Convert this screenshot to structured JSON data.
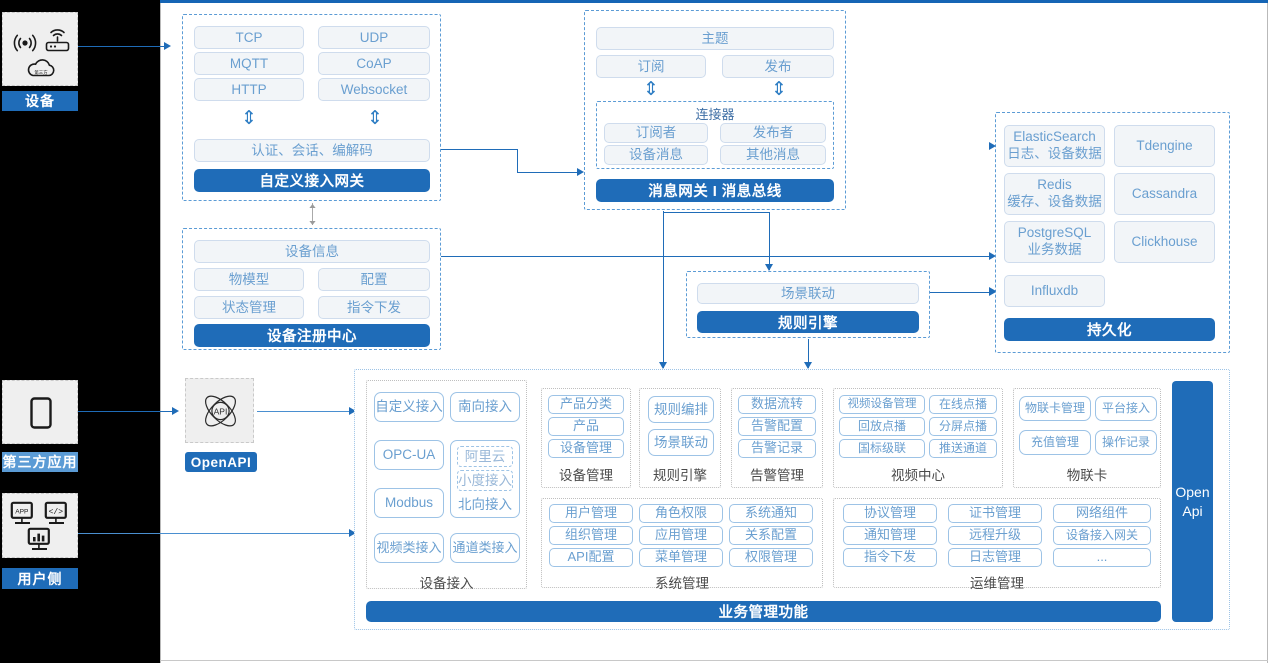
{
  "meta": {
    "title": "IoT Platform Architecture Diagram"
  },
  "left_column": {
    "device": {
      "label": "设备",
      "icons": [
        "wifi-signal-icon",
        "router-icon",
        "cloud-icon"
      ]
    },
    "third_party": {
      "label": "第三方应用",
      "icons": [
        "mobile-phone-icon"
      ]
    },
    "user_side": {
      "label": "用户侧",
      "icons": [
        "app-screen-icon",
        "code-screen-icon",
        "chart-screen-icon"
      ]
    }
  },
  "openapi_node": {
    "label": "OpenAPI",
    "icon": "api-atom-icon"
  },
  "gateway_panel": {
    "protocols": [
      "TCP",
      "UDP",
      "MQTT",
      "CoAP",
      "HTTP",
      "Websocket"
    ],
    "middle": "认证、会话、编解码",
    "title": "自定义接入网关",
    "arrows": [
      "double-arrow-vertical",
      "double-arrow-vertical"
    ]
  },
  "message_panel": {
    "topic": "主题",
    "subscribe": "订阅",
    "publish": "发布",
    "connector_title": "连接器",
    "connector_items": [
      "订阅者",
      "发布者",
      "设备消息",
      "其他消息"
    ],
    "title": "消息网关 I 消息总线"
  },
  "registry_panel": {
    "header": "设备信息",
    "items": [
      "物模型",
      "配置",
      "状态管理",
      "指令下发"
    ],
    "title": "设备注册中心"
  },
  "rule_panel": {
    "item": "场景联动",
    "title": "规则引擎"
  },
  "persistence_panel": {
    "stores": [
      {
        "name": "ElasticSearch",
        "sub": "日志、设备数据"
      },
      {
        "name": "Tdengine",
        "sub": ""
      },
      {
        "name": "Redis",
        "sub": "缓存、设备数据"
      },
      {
        "name": "Cassandra",
        "sub": ""
      },
      {
        "name": "PostgreSQL",
        "sub": "业务数据"
      },
      {
        "name": "Clickhouse",
        "sub": ""
      },
      {
        "name": "Influxdb",
        "sub": ""
      }
    ],
    "title": "持久化"
  },
  "business_panel": {
    "title": "业务管理功能",
    "open_api_side": "Open Api",
    "device_access": {
      "label": "设备接入",
      "items": [
        "自定义接入",
        "南向接入",
        "OPC-UA",
        "Modbus",
        "视频类接入",
        "通道类接入"
      ],
      "nested": {
        "items": [
          "阿里云",
          "小度接入"
        ],
        "label": "北向接入"
      }
    },
    "groups": [
      {
        "label": "设备管理",
        "items": [
          "产品分类",
          "产品",
          "设备管理"
        ]
      },
      {
        "label": "规则引擎",
        "items": [
          "规则编排",
          "场景联动"
        ]
      },
      {
        "label": "告警管理",
        "items": [
          "数据流转",
          "告警配置",
          "告警记录"
        ]
      },
      {
        "label": "视频中心",
        "items": [
          "视频设备管理",
          "在线点播",
          "回放点播",
          "分屏点播",
          "国标级联",
          "推送通道"
        ]
      },
      {
        "label": "物联卡",
        "items": [
          "物联卡管理",
          "平台接入",
          "充值管理",
          "操作记录"
        ]
      },
      {
        "label": "系统管理",
        "items": [
          "用户管理",
          "角色权限",
          "系统通知",
          "组织管理",
          "应用管理",
          "关系配置",
          "API配置",
          "菜单管理",
          "权限管理"
        ]
      },
      {
        "label": "运维管理",
        "items": [
          "协议管理",
          "证书管理",
          "网络组件",
          "通知管理",
          "远程升级",
          "设备接入网关",
          "指令下发",
          "日志管理",
          "..."
        ]
      }
    ]
  },
  "colors": {
    "accent_blue": "#1f6cb8",
    "light_blue": "#5b9bd5",
    "chip_text": "#6a9fd0",
    "chip_bg": "#f2f5f8",
    "panel_border": "#5b9bd5",
    "canvas_bg": "#ffffff",
    "page_bg": "#000000"
  }
}
